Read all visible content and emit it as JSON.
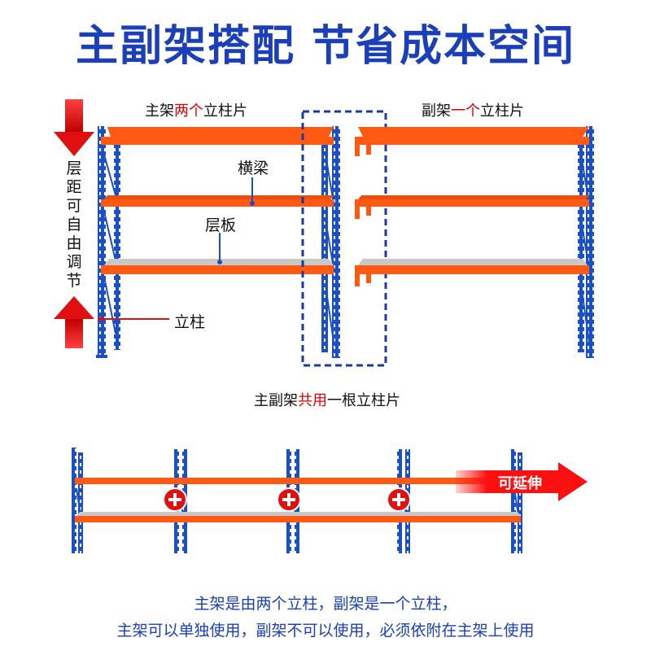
{
  "header": {
    "title": "主副架搭配 节省成本空间"
  },
  "main_rack": {
    "caption_pre": "主架",
    "caption_red": "两个",
    "caption_post": "立柱片"
  },
  "sub_rack": {
    "caption_pre": "副架",
    "caption_red": "一个",
    "caption_post": "立柱片"
  },
  "labels": {
    "beam": "横梁",
    "shelf": "层板",
    "upright": "立柱"
  },
  "side": {
    "adjustable": "层距可自由调节"
  },
  "shared": {
    "caption_pre": "主副架",
    "caption_red": "共用",
    "caption_post": "一根立柱片"
  },
  "extend": {
    "label": "可延伸"
  },
  "footer": {
    "line1": "主架是由两个立柱，副架是一个立柱，",
    "line2": "主架可以单独使用，副架不可以使用，必须依附在主架上使用"
  },
  "colors": {
    "blue": "#1b4fc4",
    "orange": "#ff5a14",
    "red": "#e01010",
    "title": "#1a3fb8"
  }
}
